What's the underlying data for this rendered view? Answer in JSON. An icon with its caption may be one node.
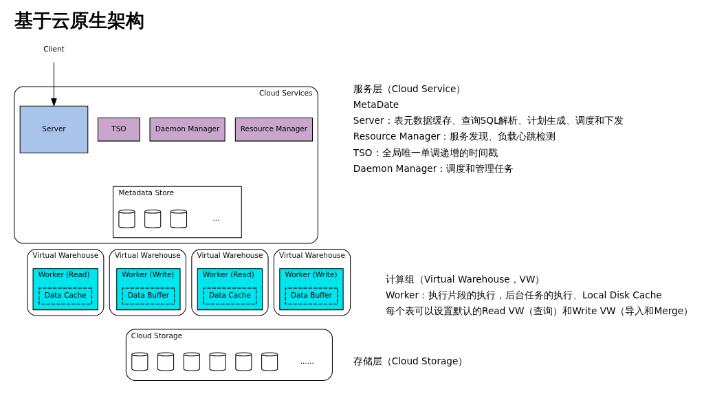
{
  "diagram": {
    "title": "基于云原生架构",
    "nodes": [
      {
        "text": [
          "Client"
        ]
      },
      {
        "text": [
          "Cloud Services"
        ]
      },
      {
        "text": [
          "Server"
        ],
        "in": 1
      },
      {
        "text": [
          "TSO"
        ],
        "in": 1
      },
      {
        "text": [
          "Daemon Manager"
        ],
        "in": 1
      },
      {
        "text": [
          "Resource Manager"
        ],
        "in": 1
      },
      {
        "text": [
          "Metadata Store"
        ],
        "in": 1
      },
      {
        "text": [],
        "shape": "cylinder",
        "in": 6
      },
      {
        "text": [],
        "shape": "cylinder",
        "in": 6
      },
      {
        "text": [],
        "shape": "cylinder",
        "in": 6
      },
      {
        "text": [
          "Virtual Warehouse"
        ]
      },
      {
        "text": [
          "Worker (Read)"
        ],
        "in": 10
      },
      {
        "text": [
          "Data Cache"
        ],
        "in": 11
      },
      {
        "text": [
          "Virtual Warehouse"
        ]
      },
      {
        "text": [
          "Worker (Write)"
        ],
        "in": 13
      },
      {
        "text": [
          "Data Buffer"
        ],
        "in": 14
      },
      {
        "text": [
          "Virtual Warehouse"
        ]
      },
      {
        "text": [
          "Worker (Read)"
        ],
        "in": 16
      },
      {
        "text": [
          "Data Cache"
        ],
        "in": 17
      },
      {
        "text": [
          "Virtual Warehouse"
        ]
      },
      {
        "text": [
          "Worker (Write)"
        ],
        "in": 19
      },
      {
        "text": [
          "Data Buffer"
        ],
        "in": 20
      },
      {
        "text": [
          "Cloud Storage"
        ]
      },
      {
        "text": [],
        "shape": "cylinder",
        "in": 22
      },
      {
        "text": [],
        "shape": "cylinder",
        "in": 22
      },
      {
        "text": [],
        "shape": "cylinder",
        "in": 22
      },
      {
        "text": [],
        "shape": "cylinder",
        "in": 22
      },
      {
        "text": [],
        "shape": "cylinder",
        "in": 22
      },
      {
        "text": [],
        "shape": "cylinder",
        "in": 22
      }
    ],
    "edges": [
      {
        "from": 0,
        "to": 2,
        "arrow": "to"
      }
    ],
    "labels": [
      "...",
      "......",
      "服务层（Cloud Service）",
      "MetaDate",
      "Server：表元数据缓存、查询SQL解析、计划生成、调度和下发",
      "Resource Manager：服务发现、负载心跳检测",
      "TSO：全局唯一单调递增的时间戳",
      "Daemon Manager：调度和管理任务",
      "计算组（Virtual Warehouse，VW）",
      "Worker：执行片段的执行，后台任务的执行、Local Disk Cache",
      "每个表可以设置默认的Read VW（查询）和Write VW（导入和Merge）",
      "存储层（Cloud Storage）"
    ]
  }
}
